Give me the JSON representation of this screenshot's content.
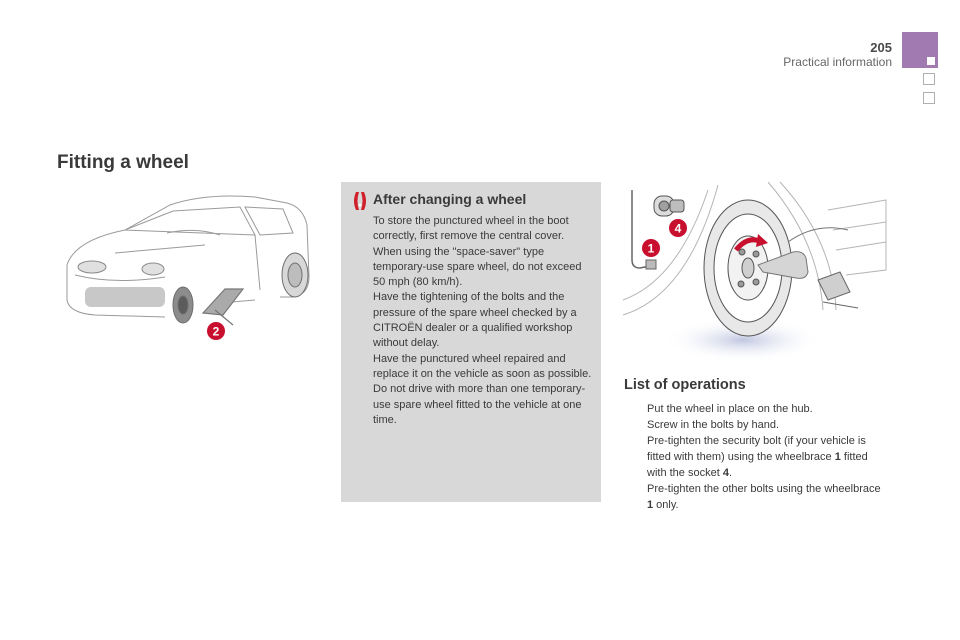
{
  "header": {
    "page_number": "205",
    "section": "Practical information"
  },
  "title": "Fitting a wheel",
  "callouts": {
    "car_jack_label": "2",
    "wheelbrace_label": "1",
    "socket_label": "4"
  },
  "warning": {
    "title": "After changing a wheel",
    "paragraphs": [
      "To store the punctured wheel in the boot correctly, first remove the central cover.",
      "When using the \"space-saver\" type temporary-use spare wheel, do not exceed 50 mph (80 km/h).",
      "Have the tightening of the bolts and the pressure of the spare wheel checked by a CITROËN dealer or a qualified workshop without delay.",
      "Have the punctured wheel repaired and replace it on the vehicle as soon as possible.",
      "Do not drive with more than one temporary-use spare wheel fitted to the vehicle at one time."
    ]
  },
  "operations": {
    "title": "List of operations",
    "bullet": "",
    "items": [
      {
        "text": "Put the wheel in place on the hub."
      },
      {
        "text": "Screw in the bolts by hand."
      },
      {
        "text_a": "Pre-tighten the security bolt (if your vehicle is fitted with them) using the wheelbrace ",
        "bold_a": "1",
        "text_b": " fitted with the socket ",
        "bold_b": "4",
        "text_c": "."
      },
      {
        "text_a": "Pre-tighten the other bolts using the wheelbrace ",
        "bold_a": "1",
        "text_b": " only."
      }
    ]
  },
  "colors": {
    "tab_accent": "#a07ab0",
    "warning_background": "#d8d8d8",
    "warning_icon": "#d0202a",
    "callout": "#c8102e"
  }
}
